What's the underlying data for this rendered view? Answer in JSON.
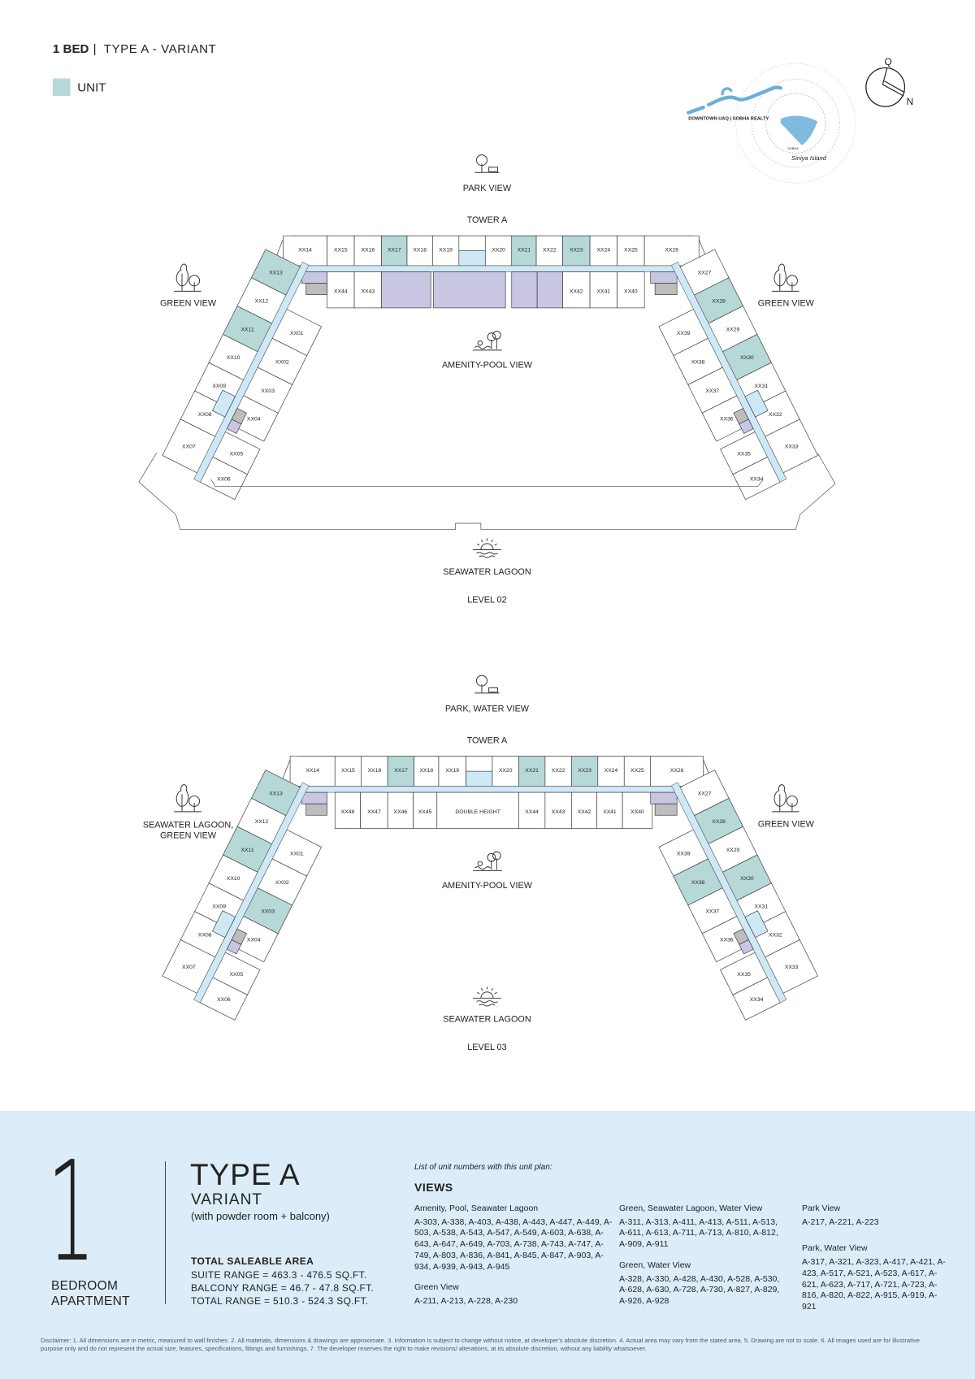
{
  "header": {
    "bed": "1 BED",
    "separator": "|",
    "type": "TYPE A - VARIANT"
  },
  "legend": {
    "unit_label": "UNIT",
    "unit_color": "#b6d9d8"
  },
  "logo": {
    "brand": "DOWNTOWN UAQ | SOBHA REALTY",
    "sub": "SOBHA",
    "script": "Siniya Island"
  },
  "compass": {
    "q": "Q",
    "n": "N"
  },
  "colors": {
    "unit": "#b6d9d8",
    "corridor": "#cfe8f6",
    "amenity": "#c9c6e2",
    "service": "#bdbdbd",
    "panel": "#dcedf9"
  },
  "level02": {
    "top_view": "PARK VIEW",
    "tower": "TOWER A",
    "left_view": [
      "GREEN VIEW"
    ],
    "right_view": "GREEN VIEW",
    "center_view": "AMENITY-POOL VIEW",
    "bottom_view": "SEAWATER LAGOON",
    "level": "LEVEL 02",
    "units": [
      {
        "id": "XX14",
        "hl": false
      },
      {
        "id": "XX15",
        "hl": false
      },
      {
        "id": "XX16",
        "hl": false
      },
      {
        "id": "XX17",
        "hl": true
      },
      {
        "id": "XX18",
        "hl": false
      },
      {
        "id": "XX19",
        "hl": false
      },
      {
        "id": "XX20",
        "hl": false
      },
      {
        "id": "XX21",
        "hl": true
      },
      {
        "id": "XX22",
        "hl": false
      },
      {
        "id": "XX23",
        "hl": true
      },
      {
        "id": "XX24",
        "hl": false
      },
      {
        "id": "XX25",
        "hl": false
      },
      {
        "id": "XX26",
        "hl": false
      },
      {
        "id": "XX44",
        "hl": false
      },
      {
        "id": "XX43",
        "hl": false
      },
      {
        "id": "XX42",
        "hl": false
      },
      {
        "id": "XX41",
        "hl": false
      },
      {
        "id": "XX40",
        "hl": false
      },
      {
        "id": "XX13",
        "hl": true
      },
      {
        "id": "XX12",
        "hl": false
      },
      {
        "id": "XX11",
        "hl": true
      },
      {
        "id": "XX10",
        "hl": false
      },
      {
        "id": "XX09",
        "hl": false
      },
      {
        "id": "XX08",
        "hl": false
      },
      {
        "id": "XX07",
        "hl": false
      },
      {
        "id": "XX01",
        "hl": false
      },
      {
        "id": "XX02",
        "hl": false
      },
      {
        "id": "XX03",
        "hl": false
      },
      {
        "id": "XX04",
        "hl": false
      },
      {
        "id": "XX05",
        "hl": false
      },
      {
        "id": "XX06",
        "hl": false
      },
      {
        "id": "XX27",
        "hl": false
      },
      {
        "id": "XX28",
        "hl": true
      },
      {
        "id": "XX29",
        "hl": false
      },
      {
        "id": "XX30",
        "hl": true
      },
      {
        "id": "XX31",
        "hl": false
      },
      {
        "id": "XX32",
        "hl": false
      },
      {
        "id": "XX33",
        "hl": false
      },
      {
        "id": "XX39",
        "hl": false
      },
      {
        "id": "XX38",
        "hl": false
      },
      {
        "id": "XX37",
        "hl": false
      },
      {
        "id": "XX36",
        "hl": false
      },
      {
        "id": "XX35",
        "hl": false
      },
      {
        "id": "XX34",
        "hl": false
      }
    ]
  },
  "level03": {
    "top_view": "PARK, WATER VIEW",
    "tower": "TOWER A",
    "left_view": [
      "SEAWATER LAGOON,",
      "GREEN VIEW"
    ],
    "right_view": "GREEN VIEW",
    "center_view": "AMENITY-POOL VIEW",
    "bottom_view": "SEAWATER LAGOON",
    "level": "LEVEL 03",
    "double_height": "DOUBLE HEIGHT",
    "units": [
      {
        "id": "XX14",
        "hl": false
      },
      {
        "id": "XX15",
        "hl": false
      },
      {
        "id": "XX16",
        "hl": false
      },
      {
        "id": "XX17",
        "hl": true
      },
      {
        "id": "XX18",
        "hl": false
      },
      {
        "id": "XX19",
        "hl": false
      },
      {
        "id": "XX20",
        "hl": false
      },
      {
        "id": "XX21",
        "hl": true
      },
      {
        "id": "XX22",
        "hl": false
      },
      {
        "id": "XX23",
        "hl": true
      },
      {
        "id": "XX24",
        "hl": false
      },
      {
        "id": "XX25",
        "hl": false
      },
      {
        "id": "XX26",
        "hl": false
      },
      {
        "id": "XX48",
        "hl": false
      },
      {
        "id": "XX47",
        "hl": false
      },
      {
        "id": "XX46",
        "hl": false
      },
      {
        "id": "XX45",
        "hl": false
      },
      {
        "id": "XX44",
        "hl": false
      },
      {
        "id": "XX43",
        "hl": false
      },
      {
        "id": "XX42",
        "hl": false
      },
      {
        "id": "XX41",
        "hl": false
      },
      {
        "id": "XX40",
        "hl": false
      },
      {
        "id": "XX13",
        "hl": true
      },
      {
        "id": "XX12",
        "hl": false
      },
      {
        "id": "XX11",
        "hl": true
      },
      {
        "id": "XX10",
        "hl": false
      },
      {
        "id": "XX09",
        "hl": false
      },
      {
        "id": "XX08",
        "hl": false
      },
      {
        "id": "XX07",
        "hl": false
      },
      {
        "id": "XX01",
        "hl": false
      },
      {
        "id": "XX02",
        "hl": false
      },
      {
        "id": "XX03",
        "hl": true
      },
      {
        "id": "XX04",
        "hl": false
      },
      {
        "id": "XX05",
        "hl": false
      },
      {
        "id": "XX06",
        "hl": false
      },
      {
        "id": "XX27",
        "hl": false
      },
      {
        "id": "XX28",
        "hl": true
      },
      {
        "id": "XX29",
        "hl": false
      },
      {
        "id": "XX30",
        "hl": true
      },
      {
        "id": "XX31",
        "hl": false
      },
      {
        "id": "XX32",
        "hl": false
      },
      {
        "id": "XX33",
        "hl": false
      },
      {
        "id": "XX39",
        "hl": false
      },
      {
        "id": "XX38",
        "hl": true
      },
      {
        "id": "XX37",
        "hl": false
      },
      {
        "id": "XX36",
        "hl": false
      },
      {
        "id": "XX35",
        "hl": false
      },
      {
        "id": "XX34",
        "hl": false
      }
    ]
  },
  "summary": {
    "bedrooms": "1",
    "bedroom_label": [
      "BEDROOM",
      "APARTMENT"
    ],
    "type": "TYPE A",
    "variant": "VARIANT",
    "variant_note": "(with powder room + balcony)",
    "area_title": "TOTAL SALEABLE AREA",
    "suite_range": "SUITE RANGE = 463.3 - 476.5 SQ.FT.",
    "balcony_range": "BALCONY RANGE = 46.7 - 47.8 SQ.FT.",
    "total_range": "TOTAL RANGE = 510.3 - 524.3 SQ.FT."
  },
  "unit_list": {
    "intro": "List of unit numbers with this unit plan:",
    "title": "VIEWS",
    "groups": [
      {
        "view": "Amenity, Pool, Seawater Lagoon",
        "units": "A-303, A-338, A-403, A-438, A-443, A-447, A-449, A-503, A-538, A-543, A-547, A-549, A-603, A-638, A-643, A-647, A-649, A-703, A-738, A-743, A-747, A-749, A-803, A-836, A-841, A-845, A-847, A-903, A-934, A-939, A-943, A-945"
      },
      {
        "view": "Green View",
        "units": "A-211, A-213, A-228, A-230"
      },
      {
        "view": "Green, Seawater Lagoon, Water View",
        "units": "A-311, A-313, A-411, A-413, A-511, A-513, A-611, A-613, A-711, A-713, A-810, A-812, A-909, A-911"
      },
      {
        "view": "Green, Water View",
        "units": "A-328, A-330, A-428, A-430, A-528, A-530, A-628, A-630, A-728, A-730, A-827, A-829, A-926, A-928"
      },
      {
        "view": "Park View",
        "units": "A-217, A-221, A-223"
      },
      {
        "view": "Park, Water View",
        "units": "A-317, A-321, A-323, A-417, A-421, A-423, A-517, A-521, A-523, A-617, A-621, A-623, A-717, A-721, A-723, A-816, A-820, A-822, A-915, A-919, A-921"
      }
    ]
  },
  "disclaimer": "Disclaimer: 1. All dimensions are in metric, measured to wall finishes. 2. All materials, dimensions & drawings are approximate. 3. Information is subject to change without notice, at developer's absolute discretion. 4. Actual area may vary from the stated area. 5. Drawing are not to scale. 6. All images used are for illustrative purpose only and do not represent the actual size, features, specifications, fittings and furnishings. 7. The developer reserves the right to make revisions/ alterations, at its absolute discretion, without any liability whatsoever."
}
